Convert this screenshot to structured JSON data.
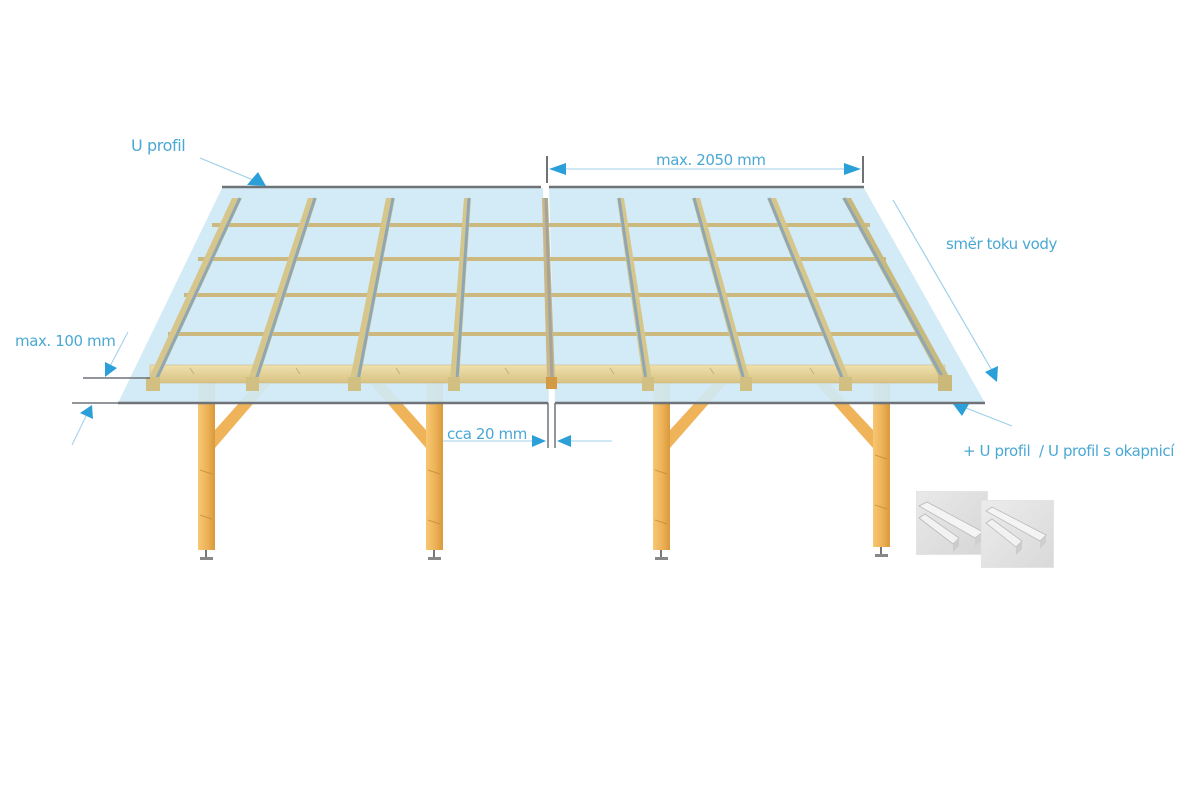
{
  "diagram": {
    "title": "Carport roof with polycarbonate panels — mounting dimensions",
    "colors": {
      "accent": "#2b9fd8",
      "label_text": "#4aa8d4",
      "glass": "#cde9f6",
      "glass_edge": "#6f7378",
      "wood_light": "#e3cf95",
      "wood_post": "#f0b65a",
      "purlin_strip": "#8fa7b3"
    },
    "labels": {
      "u_profile_top": "U profil",
      "max_width": "max. 2050 mm",
      "water_flow": "směr toku vody",
      "max_overhang": "max. 100 mm",
      "gap": "cca 20 mm",
      "u_profile_bottom": "+ U profil  / U profil s okapnicí"
    },
    "structure": {
      "rafters_count": 9,
      "cross_battens_count": 5,
      "posts_count": 4,
      "panels_count": 2
    },
    "product_thumbnails": [
      {
        "name": "U profil"
      },
      {
        "name": "U profil s okapnicí"
      }
    ]
  }
}
